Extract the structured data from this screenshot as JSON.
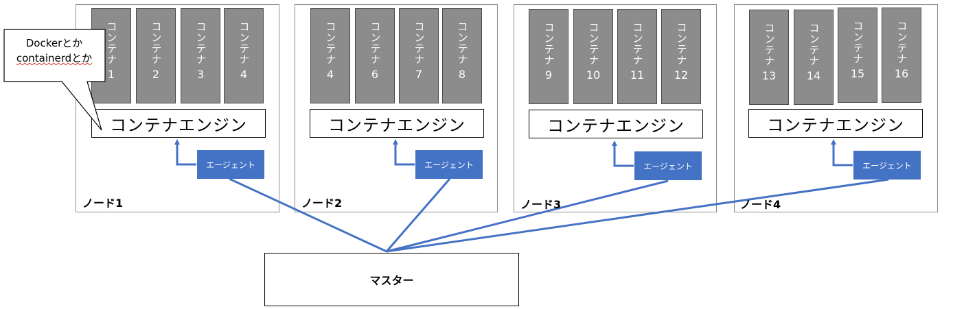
{
  "container_text": "コンテナ",
  "engine_label": "コンテナエンジン",
  "agent_label": "エージェント",
  "master_label": "マスター",
  "callout": {
    "line1": "Dockerとか",
    "line2": "containerdとか"
  },
  "nodes": [
    {
      "label": "ノード1",
      "containers": [
        "1",
        "2",
        "3",
        "4"
      ]
    },
    {
      "label": "ノード2",
      "containers": [
        "4",
        "6",
        "7",
        "8"
      ]
    },
    {
      "label": "ノード3",
      "containers": [
        "9",
        "10",
        "11",
        "12"
      ]
    },
    {
      "label": "ノード4",
      "containers": [
        "13",
        "14",
        "15",
        "16"
      ]
    }
  ],
  "colors": {
    "accent": "#4472c4",
    "container_fill": "#8c8c8c",
    "node_border": "#8c8c8c"
  }
}
